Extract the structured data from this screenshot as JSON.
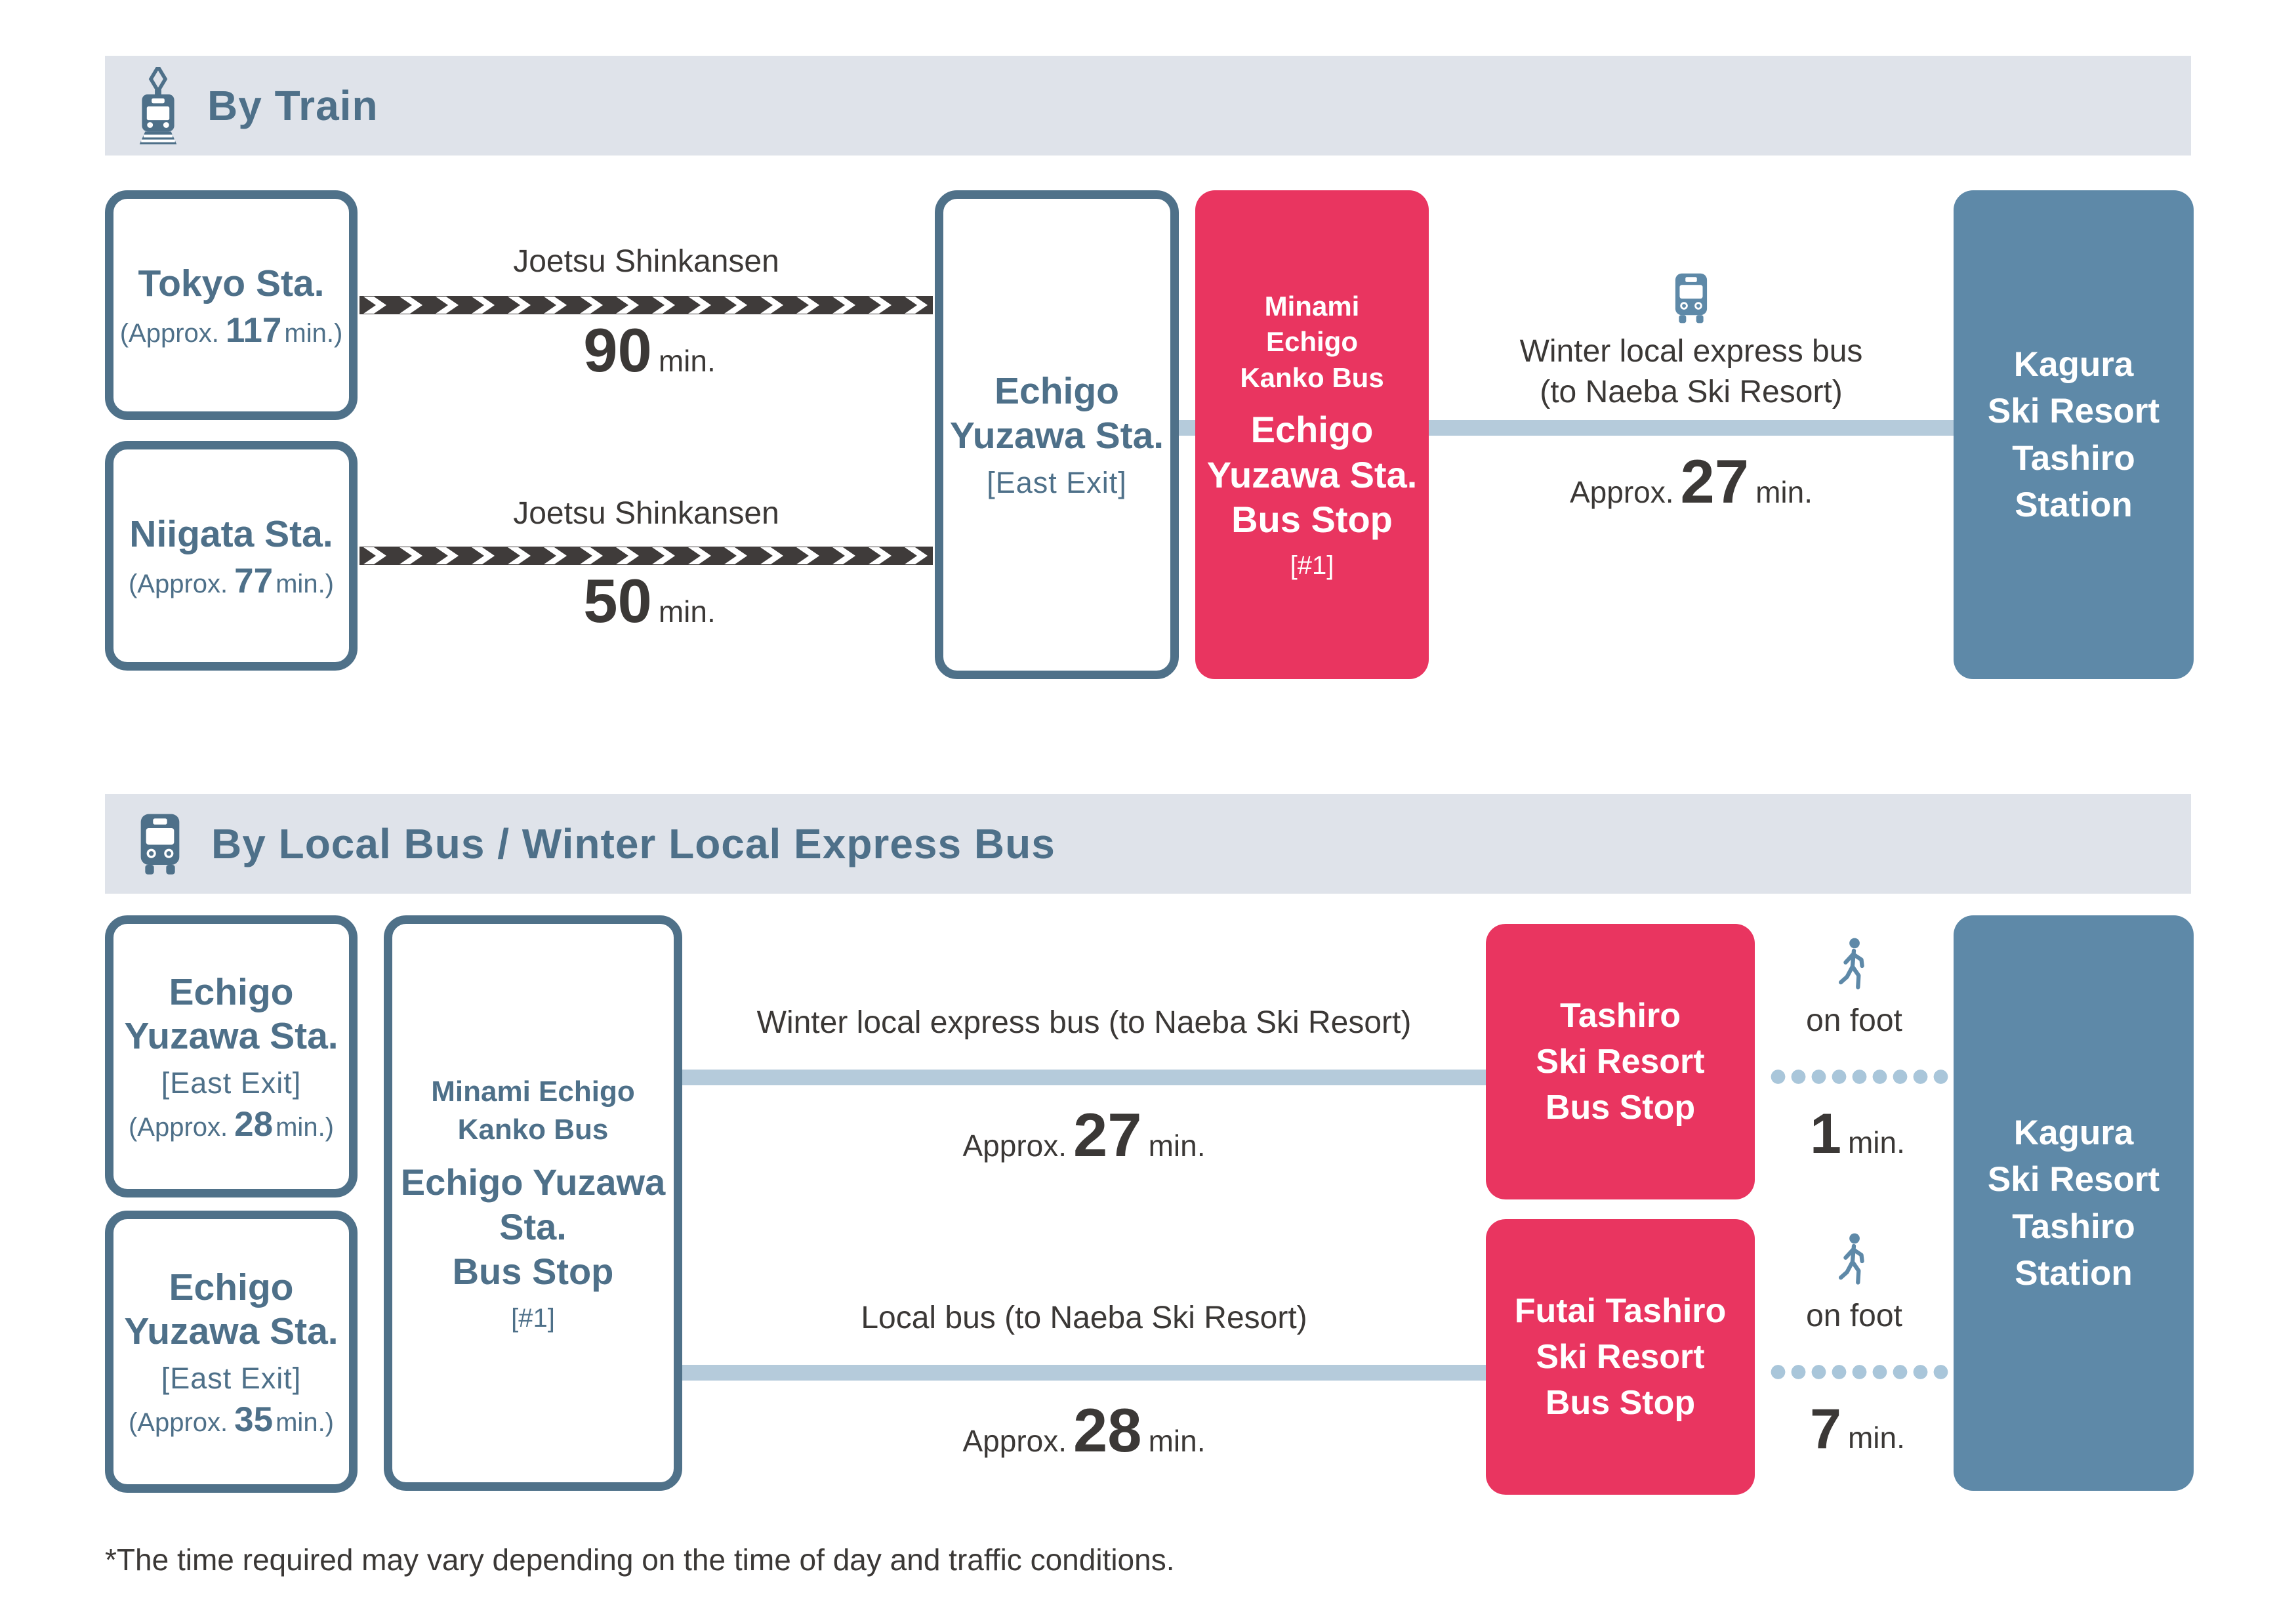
{
  "colors": {
    "accent_pink": "#e93560",
    "accent_blue": "#5e89a8",
    "slate": "#4e7089",
    "header_bg": "#dfe3ea",
    "route_line_blue": "#b5cbdb",
    "text_dark": "#3b3836",
    "track_dark": "#3f3b3a"
  },
  "icons": {
    "train": "train-icon",
    "bus": "bus-icon",
    "walk": "walking-person-icon"
  },
  "train_section": {
    "header": "By Train",
    "origins": [
      {
        "name": "Tokyo Sta.",
        "note_prefix": "(Approx.",
        "note_minutes": "117",
        "note_suffix": "min.)",
        "line_label": "Joetsu Shinkansen",
        "minutes": "90",
        "unit": "min."
      },
      {
        "name": "Niigata Sta.",
        "note_prefix": "(Approx.",
        "note_minutes": "77",
        "note_suffix": "min.)",
        "line_label": "Joetsu Shinkansen",
        "minutes": "50",
        "unit": "min."
      }
    ],
    "hub": {
      "name": "Echigo\nYuzawa Sta.",
      "exit": "[East Exit]"
    },
    "bus_stop": {
      "company": "Minami\nEchigo\nKanko Bus",
      "name": "Echigo\nYuzawa Sta.\nBus Stop",
      "platform": "[#1]"
    },
    "bus_leg": {
      "label": "Winter local express bus\n(to Naeba Ski Resort)",
      "approx": "Approx.",
      "minutes": "27",
      "unit": "min."
    },
    "destination": "Kagura\nSki Resort\nTashiro\nStation"
  },
  "bus_section": {
    "header": "By Local Bus / Winter Local Express Bus",
    "origins": [
      {
        "name": "Echigo\nYuzawa Sta.",
        "exit": "[East Exit]",
        "note_prefix": "(Approx.",
        "note_minutes": "28",
        "note_suffix": "min.)"
      },
      {
        "name": "Echigo\nYuzawa Sta.",
        "exit": "[East Exit]",
        "note_prefix": "(Approx.",
        "note_minutes": "35",
        "note_suffix": "min.)"
      }
    ],
    "bus_stop": {
      "company": "Minami Echigo\nKanko Bus",
      "name": "Echigo Yuzawa\nSta.\nBus Stop",
      "platform": "[#1]"
    },
    "legs": [
      {
        "label": "Winter local express bus (to Naeba Ski Resort)",
        "approx": "Approx.",
        "minutes": "27",
        "unit": "min.",
        "stop": "Tashiro\nSki Resort\nBus Stop",
        "walk_label": "on foot",
        "walk_minutes": "1",
        "walk_unit": "min."
      },
      {
        "label": "Local bus (to Naeba Ski Resort)",
        "approx": "Approx.",
        "minutes": "28",
        "unit": "min.",
        "stop": "Futai Tashiro\nSki Resort\nBus Stop",
        "walk_label": "on foot",
        "walk_minutes": "7",
        "walk_unit": "min."
      }
    ],
    "destination": "Kagura\nSki Resort\nTashiro\nStation"
  },
  "footnote": "*The time required may vary depending on the time of day and traffic conditions."
}
